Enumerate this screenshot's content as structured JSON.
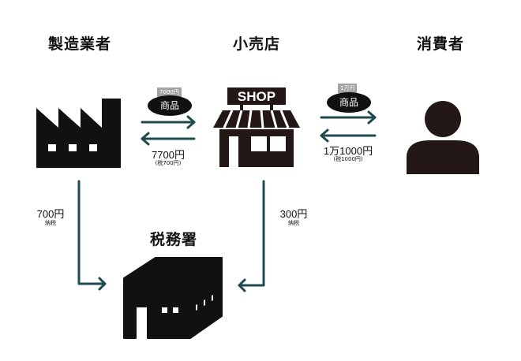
{
  "colors": {
    "arrow": "#1f4a4f",
    "icon": "#111111",
    "price_tag_bg": "#a3a3a3"
  },
  "nodes": {
    "manufacturer": {
      "label": "製造業者",
      "icon": "factory-icon"
    },
    "retailer": {
      "label": "小売店",
      "icon": "shop-icon",
      "sign": "SHOP"
    },
    "consumer": {
      "label": "消費者",
      "icon": "person-icon"
    },
    "tax_office": {
      "label": "税務署",
      "icon": "building-icon"
    }
  },
  "flows": {
    "manufacturer_to_retailer": {
      "goods_label": "商品",
      "goods_price": "7000円",
      "payment": "7700円",
      "payment_tax_note": "(税700円)"
    },
    "retailer_to_consumer": {
      "goods_label": "商品",
      "goods_price": "1万円",
      "payment": "1万1000円",
      "payment_tax_note": "(税1000円)"
    },
    "manufacturer_tax": {
      "amount": "700円",
      "note": "納税"
    },
    "retailer_tax": {
      "amount": "300円",
      "note": "納税"
    }
  }
}
